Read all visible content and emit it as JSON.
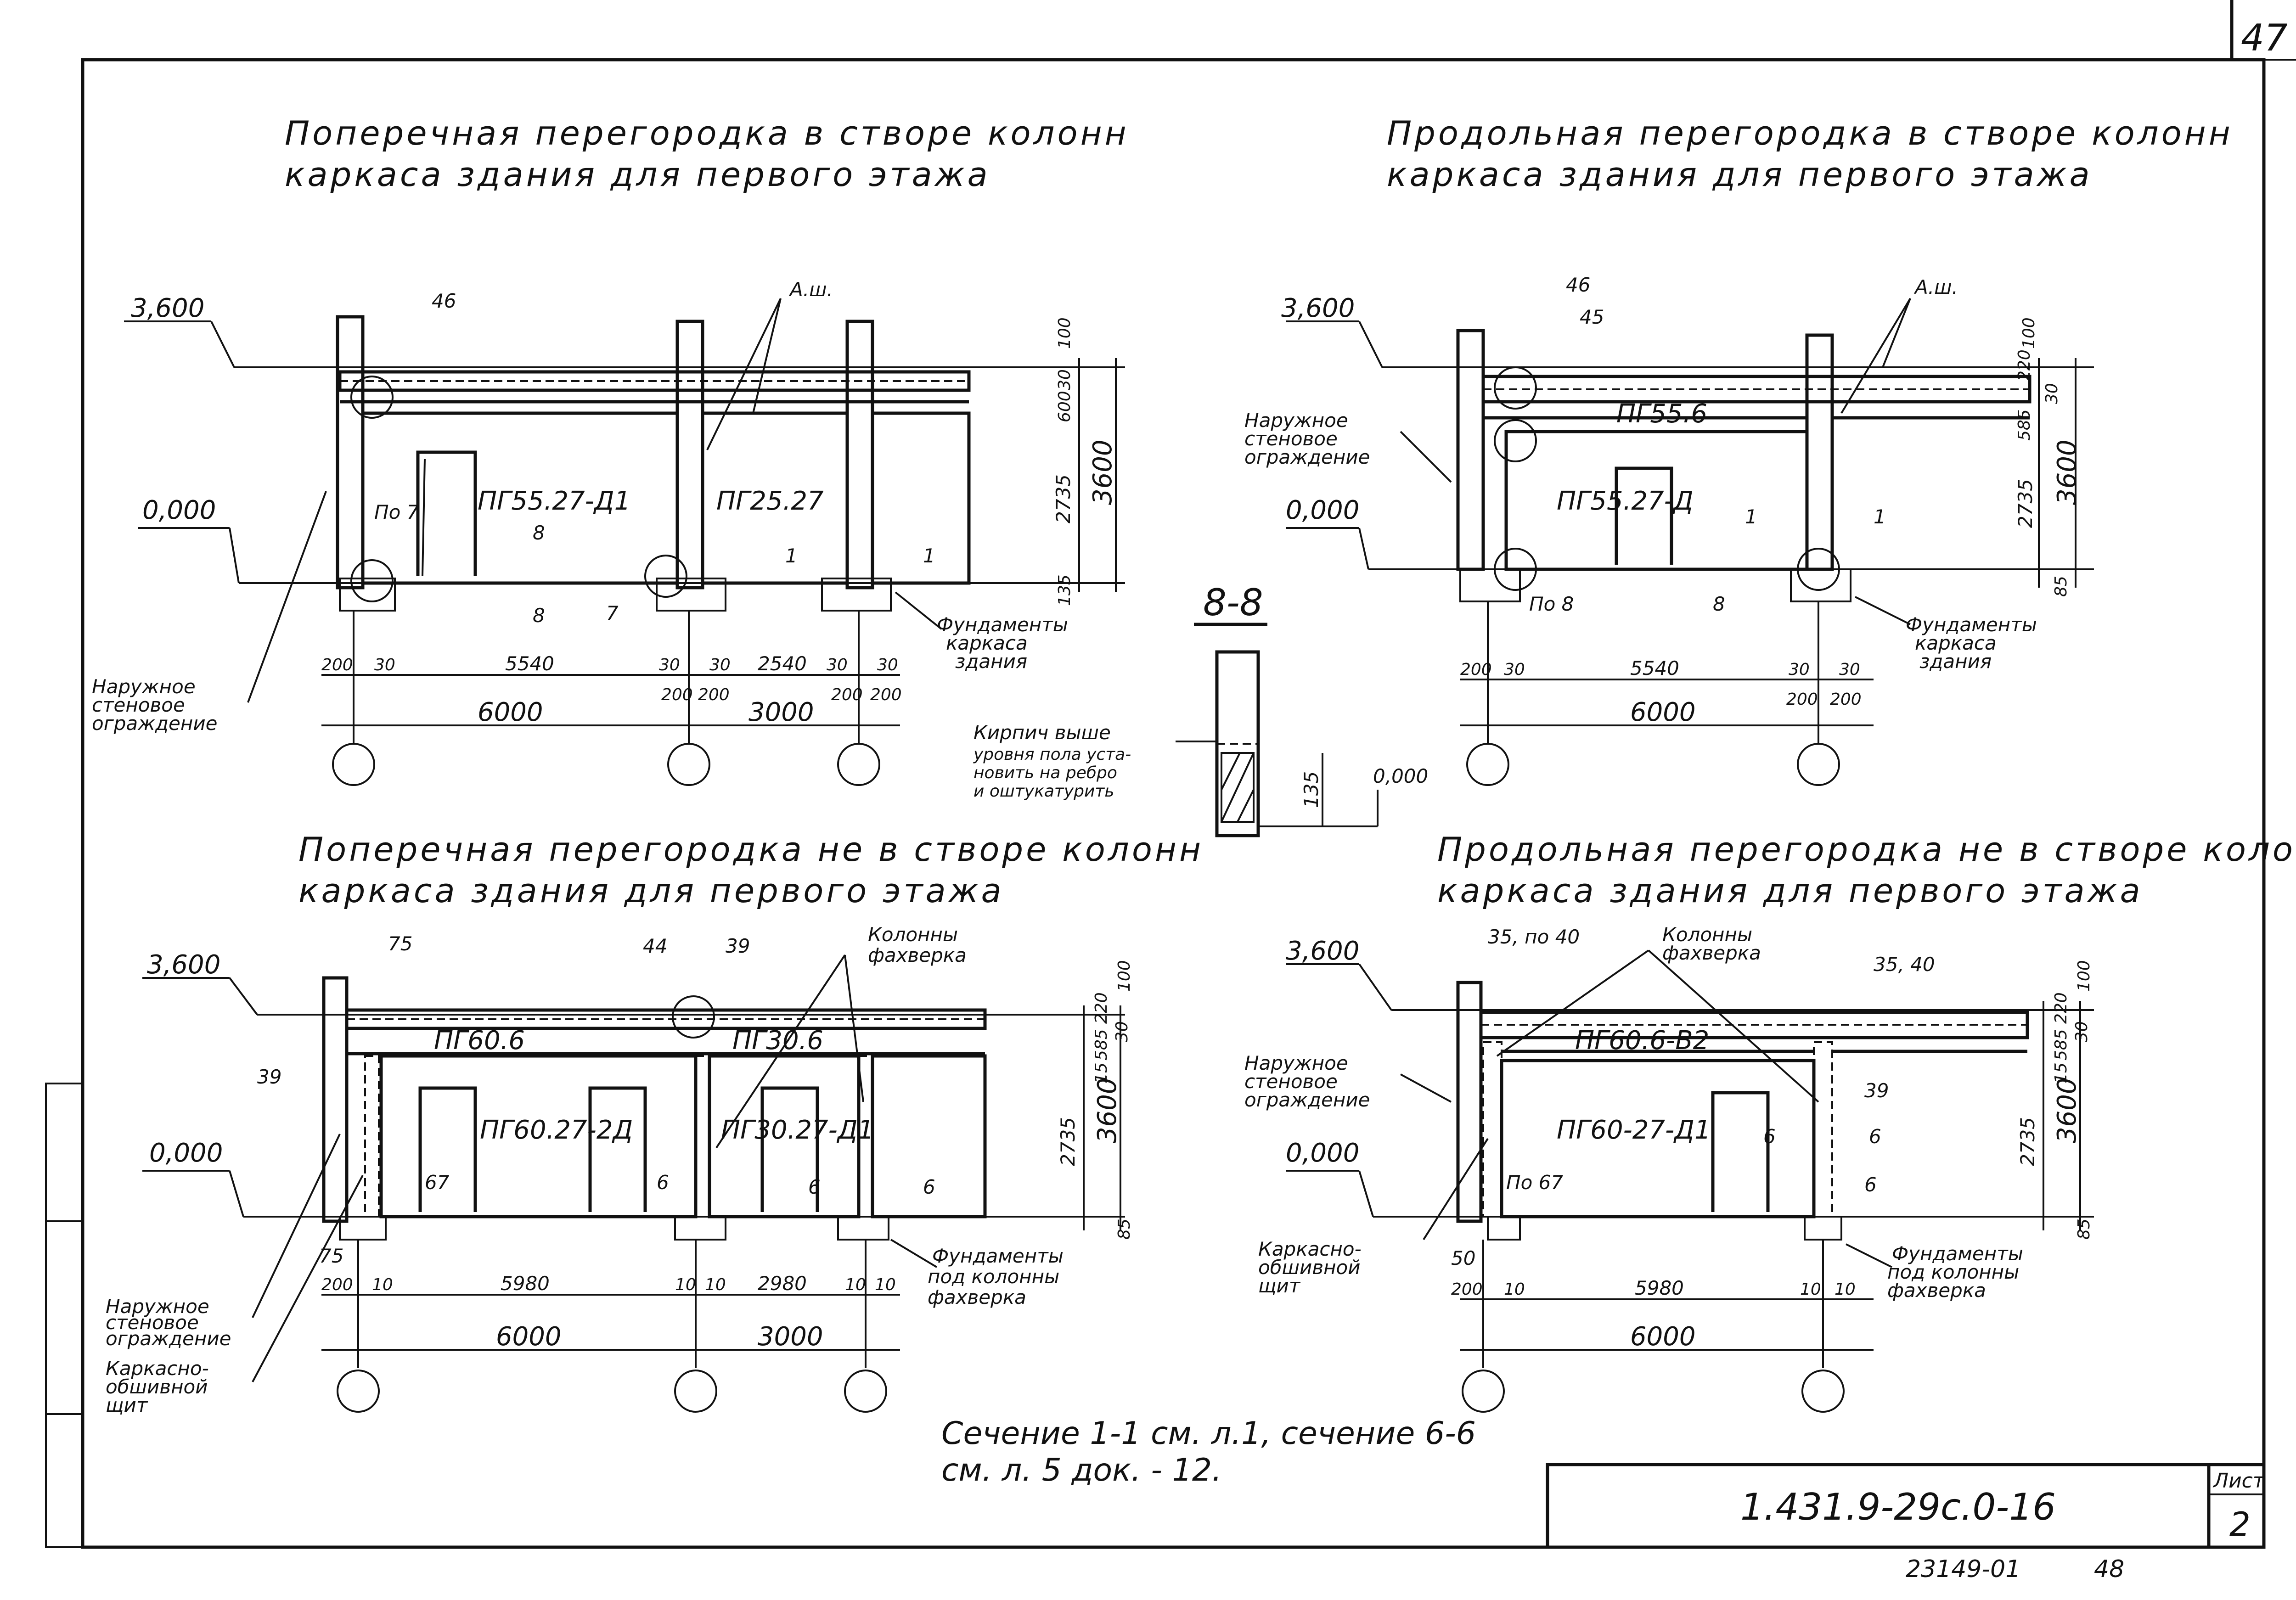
{
  "sheet": {
    "page_number_top": "47",
    "code": "1.431.9-29с.0-16",
    "sheet_label": "Лист",
    "sheet_number": "2",
    "inventory_number": "23149-01",
    "bottom_number": "48"
  },
  "note": {
    "line1": "Сечение 1-1 см. л.1, сечение 6-6",
    "line2": "см. л. 5 док. - 12."
  },
  "common": {
    "level_top": "3,600",
    "level_zero": "0,000",
    "outer_wall": [
      "Наружное",
      "стеновое",
      "ограждение"
    ],
    "frame_columns_foundations": [
      "Фундаменты",
      "каркаса",
      "здания"
    ],
    "facade_column_foundations": [
      "Фундаменты",
      "под колонны",
      "фахверка"
    ],
    "facade_columns": [
      "Колонны",
      "фахверка"
    ],
    "frame_panel": [
      "Каркасно-",
      "обшивной",
      "щит"
    ],
    "anchor": "А.ш."
  },
  "section_8_8": {
    "title": "8-8",
    "note": [
      "Кирпич выше",
      "уровня пола уста-",
      "новить на ребро",
      "и оштукатурить"
    ],
    "dim": "135",
    "level": "0,000"
  },
  "views": [
    {
      "title_line1": "Поперечная перегородка в створе колонн",
      "title_line2": "каркаса здания для первого этажа",
      "callouts": [
        "46",
        "По 7",
        "7",
        "8",
        "1"
      ],
      "panels": [
        "ПГ55.27-Д1",
        "ПГ25.27"
      ],
      "dims_bottom": [
        "200",
        "30",
        "5540",
        "30",
        "30",
        "2540",
        "30",
        "30",
        "200",
        "200",
        "200",
        "200"
      ],
      "dims_total": [
        "6000",
        "3000"
      ],
      "dims_right": [
        "100",
        "30",
        "600",
        "2735",
        "135",
        "3600"
      ]
    },
    {
      "title_line1": "Продольная перегородка в створе колонн",
      "title_line2": "каркаса здания для первого этажа",
      "callouts": [
        "46",
        "45",
        "По 8",
        "8",
        "1"
      ],
      "panels": [
        "ПГ55.6",
        "ПГ55.27-Д"
      ],
      "dims_bottom": [
        "200",
        "30",
        "5540",
        "30",
        "30",
        "200",
        "200"
      ],
      "dims_total": [
        "6000"
      ],
      "dims_right": [
        "100",
        "220",
        "30",
        "585",
        "2735",
        "85",
        "3600"
      ]
    },
    {
      "title_line1": "Поперечная перегородка не в створе колонн",
      "title_line2": "каркаса здания для первого этажа",
      "callouts": [
        "75",
        "44",
        "39",
        "39",
        "67",
        "6",
        "6",
        "75"
      ],
      "panels": [
        "ПГ60.6",
        "ПГ30.6",
        "ПГ60.27-2Д",
        "ПГ30.27-Д1"
      ],
      "dims_bottom": [
        "200",
        "10",
        "5980",
        "10",
        "10",
        "2980",
        "10",
        "10"
      ],
      "dims_total": [
        "6000",
        "3000"
      ],
      "dims_right": [
        "100",
        "220",
        "30",
        "585",
        "15",
        "2735",
        "85",
        "3600"
      ]
    },
    {
      "title_line1": "Продольная перегородка не в створе колонн",
      "title_line2": "каркаса здания для первого этажа",
      "callouts": [
        "35, по 40",
        "35, 40",
        "39",
        "По 67",
        "6",
        "6",
        "50"
      ],
      "panels": [
        "ПГ60.6-В2",
        "ПГ60-27-Д1"
      ],
      "dims_bottom": [
        "200",
        "10",
        "5980",
        "10",
        "10"
      ],
      "dims_total": [
        "6000"
      ],
      "dims_right": [
        "100",
        "220",
        "30",
        "585",
        "15",
        "2735",
        "85",
        "3600"
      ]
    }
  ]
}
